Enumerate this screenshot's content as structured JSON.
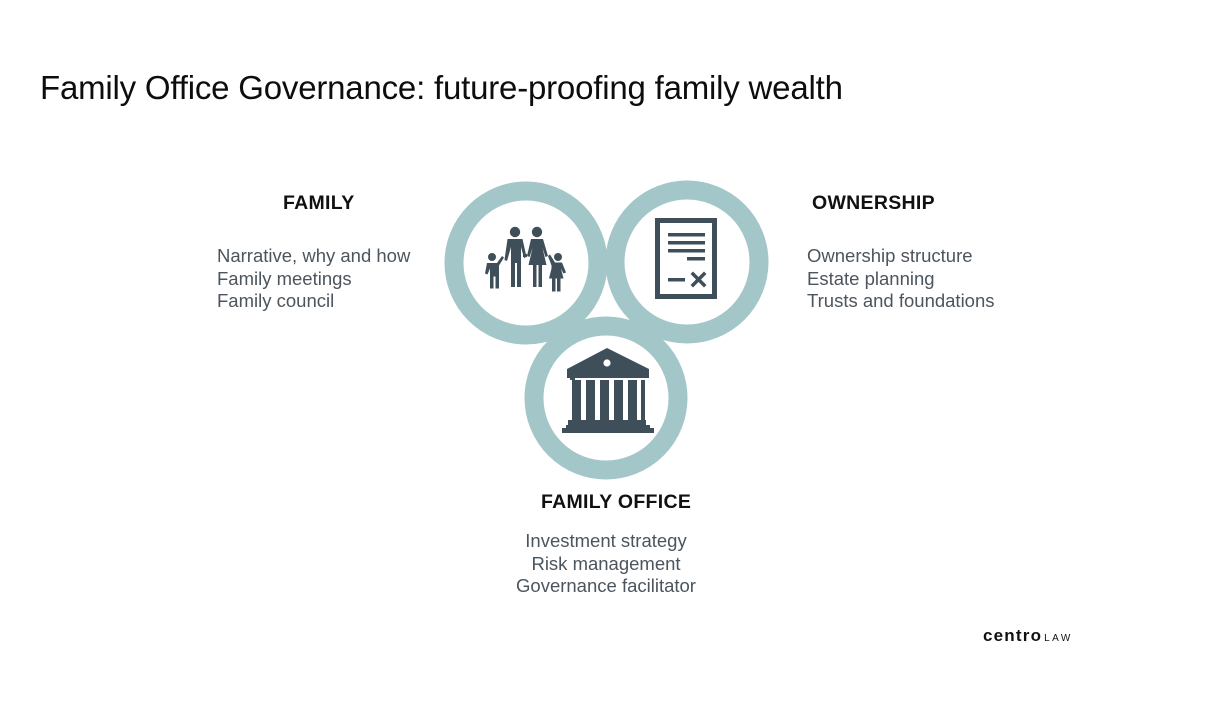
{
  "title": "Family Office Governance: future-proofing family wealth",
  "colors": {
    "ring": "#a3c6c8",
    "icon": "#3f4f59",
    "heading": "#111111",
    "body_text": "#4c555d",
    "background": "#ffffff"
  },
  "sections": {
    "family": {
      "heading": "FAMILY",
      "icon": "family-icon",
      "items": [
        "Narrative, why and how",
        "Family meetings",
        "Family council"
      ]
    },
    "ownership": {
      "heading": "OWNERSHIP",
      "icon": "document-icon",
      "items": [
        "Ownership structure",
        "Estate planning",
        "Trusts and foundations"
      ]
    },
    "family_office": {
      "heading": "FAMILY OFFICE",
      "icon": "building-icon",
      "items": [
        "Investment strategy",
        "Risk management",
        "Governance facilitator"
      ]
    }
  },
  "logo": {
    "brand": "centro",
    "suffix": "LAW"
  }
}
